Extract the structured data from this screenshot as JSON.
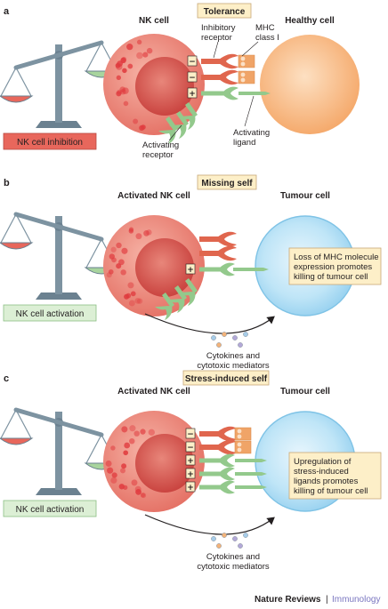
{
  "panels": [
    {
      "letter": "a",
      "title": "Tolerance",
      "nk_label": "NK cell",
      "target_label": "Healthy cell",
      "outcome": "NK cell inhibition",
      "signs": [
        "−",
        "−",
        "+"
      ],
      "annotations": {
        "inhibitory_receptor": [
          "Inhibitory",
          "receptor"
        ],
        "mhc": [
          "MHC",
          "class I"
        ],
        "activating_ligand": [
          "Activating",
          "ligand"
        ],
        "activating_receptor": [
          "Activating",
          "receptor"
        ]
      }
    },
    {
      "letter": "b",
      "title": "Missing self",
      "nk_label": "Activated NK cell",
      "target_label": "Tumour cell",
      "outcome": "NK cell activation",
      "signs": [
        "+"
      ],
      "note": [
        "Loss of MHC molecule",
        "expression promotes",
        "killing of tumour cell"
      ],
      "mediators": [
        "Cytokines and",
        "cytotoxic mediators"
      ]
    },
    {
      "letter": "c",
      "title": "Stress-induced self",
      "nk_label": "Activated NK cell",
      "target_label": "Tumour cell",
      "outcome": "NK cell activation",
      "signs": [
        "−",
        "−",
        "+",
        "+",
        "+"
      ],
      "note": [
        "Upregulation of",
        "stress-induced",
        "ligands promotes",
        "killing of tumour cell"
      ],
      "mediators": [
        "Cytokines and",
        "cytotoxic mediators"
      ]
    }
  ],
  "footer": {
    "journal": "Nature Reviews",
    "separator": "|",
    "section": "Immunology"
  },
  "colors": {
    "nk_cell": "#e8776b",
    "nucleus": "#cf4a45",
    "healthy_cell": "#f6a96a",
    "tumour_cell": "#9fd6f0",
    "inhibitory_receptor": "#e0664e",
    "mhc": "#f0a467",
    "activating_receptor": "#93c98c",
    "inhibition_box": "#e8675c",
    "activation_box": "#dcefd5",
    "title_box": "#fdefc8",
    "footer_section": "#7a76c0"
  }
}
